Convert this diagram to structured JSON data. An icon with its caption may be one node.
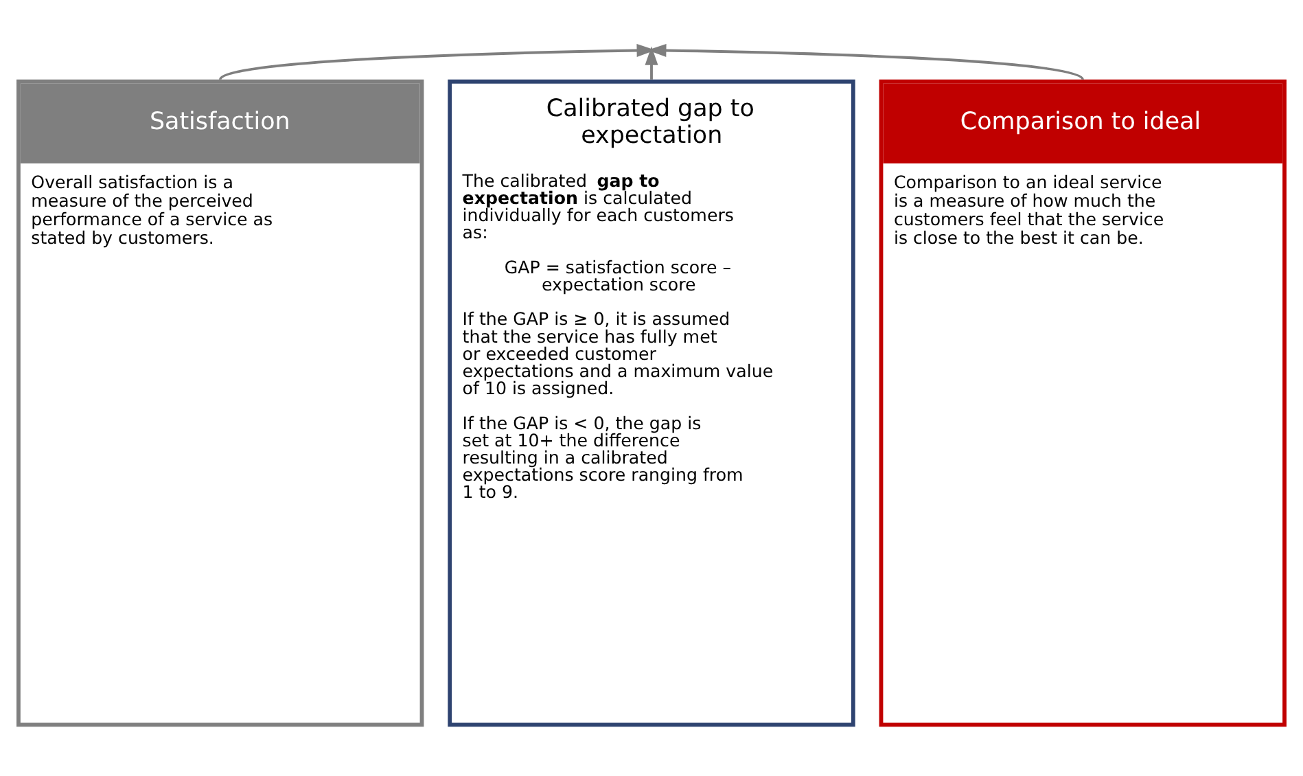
{
  "diagram": {
    "nodes": [
      {
        "text": [
          "Satisfaction",
          "Overall satisfaction is a measure of the perceived performance of a service as stated by customers."
        ]
      },
      {
        "text": [
          "Calibrated gap to expectation",
          "The calibrated **gap to expectation** is calculated individually for each customers as:",
          "GAP = satisfaction score – expectation score",
          "If the GAP is ≥ 0, it is assumed that the service has fully met or exceeded customer expectations and a maximum value of 10 is assigned.",
          "If the GAP is < 0, the gap is set at 10+ the difference resulting in a calibrated expectations score ranging from 1 to 9."
        ]
      },
      {
        "text": [
          "Comparison to ideal",
          "Comparison to an ideal service is a measure of how much the customers feel that the service is close to the best it can be."
        ]
      }
    ],
    "edges": [
      {
        "from": 0,
        "to": null,
        "arrow": "to"
      },
      {
        "from": 1,
        "to": null,
        "arrow": "to"
      },
      {
        "from": 2,
        "to": null,
        "arrow": "to"
      }
    ]
  }
}
